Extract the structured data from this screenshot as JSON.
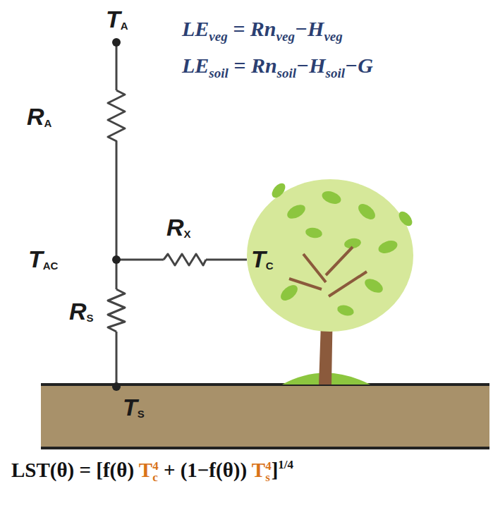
{
  "diagram": {
    "labels": [
      "T",
      "A",
      "R",
      "A",
      "T",
      "AC",
      "R",
      "X",
      "T",
      "C",
      "R",
      "S",
      "T",
      "S",
      "LE",
      "veg",
      " = Rn",
      "veg",
      "−H",
      "veg",
      "LE",
      "soil",
      " = Rn",
      "soil",
      "−H",
      "soil",
      "−G",
      "LST(θ) = [f(θ) ",
      "T",
      "4",
      "c",
      " + (1−f(θ)) ",
      "T",
      "4",
      "s",
      "]",
      "1/4"
    ]
  }
}
